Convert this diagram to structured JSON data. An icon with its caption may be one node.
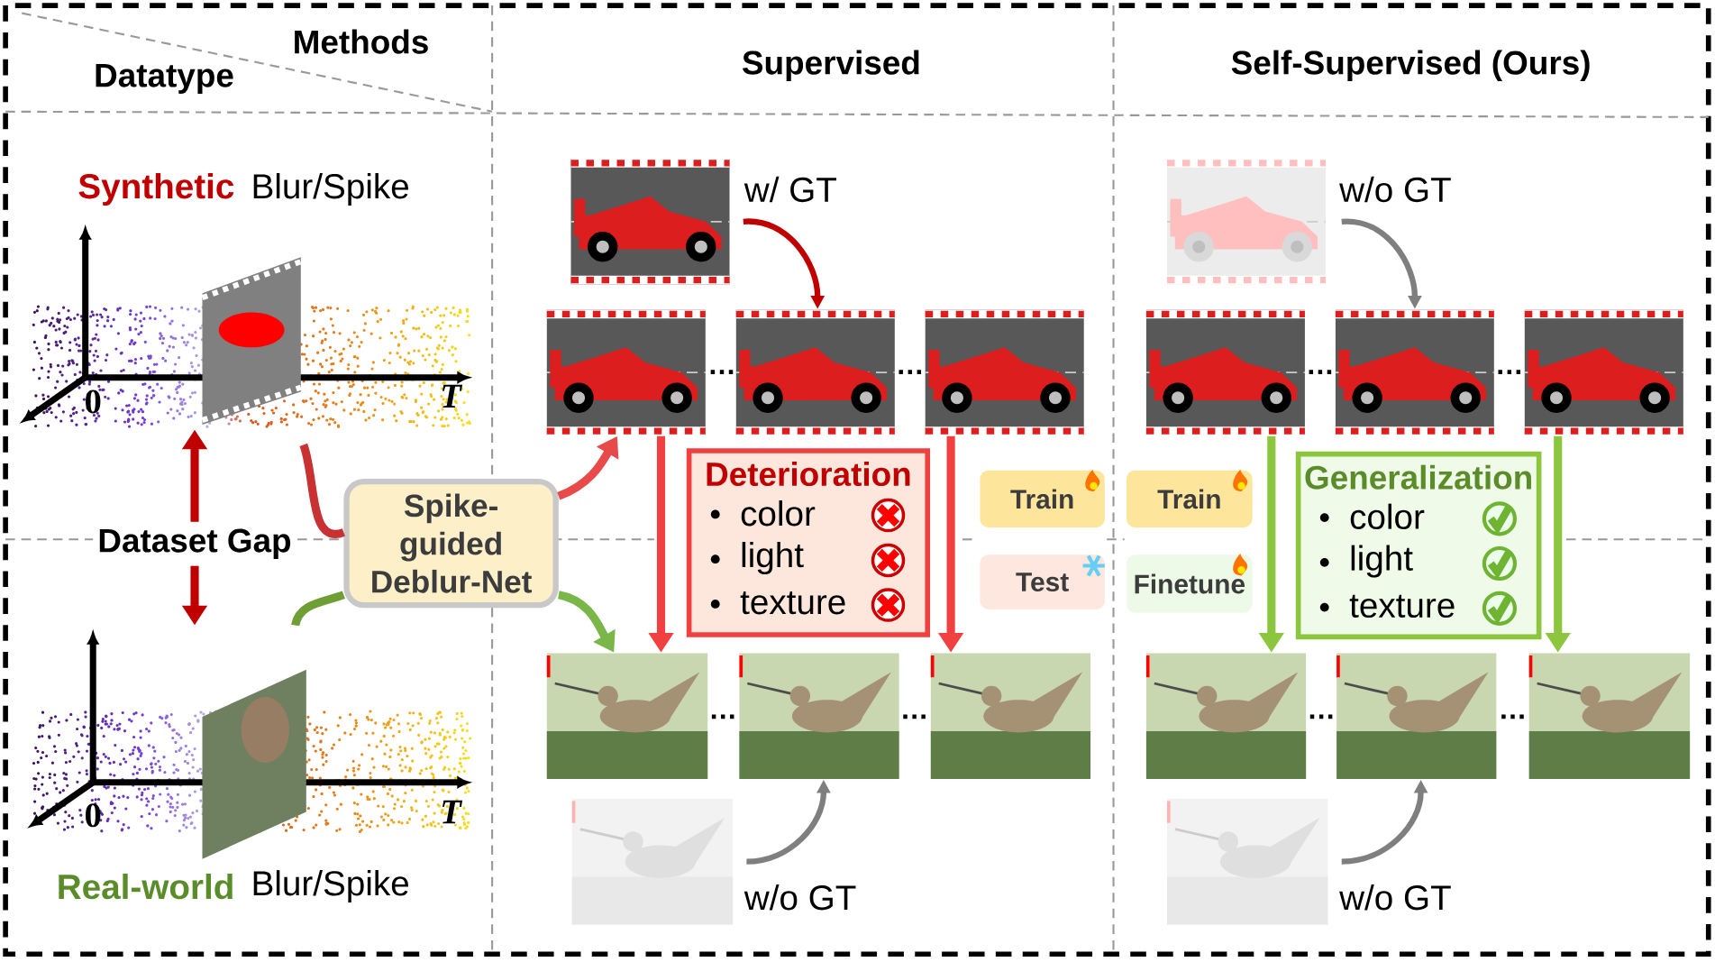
{
  "diagram": {
    "nodes": [
      {
        "text": [],
        "shape": "picture",
        "beside": [
          "Synthetic",
          "Blur/Spike"
        ]
      },
      {
        "text": [
          "Dataset Gap"
        ]
      },
      {
        "text": [
          "Spike-guided Deblur-Net"
        ]
      },
      {
        "text": [],
        "shape": "picture",
        "beside": [
          "Real-world",
          "Blur/Spike"
        ]
      },
      {
        "text": [],
        "shape": "picture",
        "beside": [
          "w/ GT"
        ]
      },
      {
        "text": [],
        "shape": "picture",
        "beside": [
          "w/o GT"
        ]
      },
      {
        "text": [],
        "shape": "picture"
      },
      {
        "text": [],
        "shape": "picture"
      },
      {
        "text": [],
        "shape": "picture"
      },
      {
        "text": [],
        "shape": "picture"
      },
      {
        "text": [],
        "shape": "picture"
      },
      {
        "text": [],
        "shape": "picture"
      },
      {
        "text": [
          "Deterioration",
          "color",
          "light",
          "texture"
        ]
      },
      {
        "text": [
          "Train"
        ]
      },
      {
        "text": [
          "Test"
        ]
      },
      {
        "text": [
          "Train"
        ]
      },
      {
        "text": [
          "Finetune"
        ]
      },
      {
        "text": [
          "Generalization",
          "color",
          "light",
          "texture"
        ]
      },
      {
        "text": [],
        "shape": "picture"
      },
      {
        "text": [],
        "shape": "picture"
      },
      {
        "text": [],
        "shape": "picture"
      },
      {
        "text": [],
        "shape": "picture"
      },
      {
        "text": [],
        "shape": "picture"
      },
      {
        "text": [],
        "shape": "picture"
      },
      {
        "text": [],
        "shape": "picture",
        "beside": [
          "w/o GT"
        ]
      },
      {
        "text": [],
        "shape": "picture",
        "beside": [
          "w/o GT"
        ]
      }
    ],
    "edges": [
      {
        "from": 0,
        "to": 2,
        "arrow": "none",
        "color": "#c83232"
      },
      {
        "from": 2,
        "to": 6,
        "arrow": "to",
        "color": "#e84a4a"
      },
      {
        "from": 3,
        "to": 2,
        "arrow": "none",
        "color": "#6e9e34"
      },
      {
        "from": 2,
        "to": 18,
        "arrow": "to",
        "color": "#7ab648"
      },
      {
        "from": 1,
        "to": 0,
        "arrow": "to",
        "color": "#c00000"
      },
      {
        "from": 1,
        "to": 3,
        "arrow": "to",
        "color": "#c00000"
      },
      {
        "from": 4,
        "to": 7,
        "arrow": "to",
        "color": "#c00000"
      },
      {
        "from": 5,
        "to": 10,
        "arrow": "to",
        "color": "#7f7f7f"
      },
      {
        "from": 24,
        "to": 19,
        "arrow": "to",
        "color": "#7f7f7f"
      },
      {
        "from": 25,
        "to": 22,
        "arrow": "to",
        "color": "#7f7f7f"
      },
      {
        "from": 6,
        "to": 18,
        "arrow": "to",
        "color": "#f04040"
      },
      {
        "from": 8,
        "to": 20,
        "arrow": "to",
        "color": "#f04040"
      },
      {
        "from": 9,
        "to": 21,
        "arrow": "to",
        "color": "#8cc63f"
      },
      {
        "from": 11,
        "to": 23,
        "arrow": "to",
        "color": "#8cc63f"
      }
    ],
    "labels": [
      "Methods",
      "Datatype",
      "Supervised",
      "Self-Supervised (Ours)",
      "0",
      "T",
      "0",
      "T",
      "…",
      "…",
      "…",
      "…",
      "…",
      "…",
      "…",
      "…"
    ]
  }
}
